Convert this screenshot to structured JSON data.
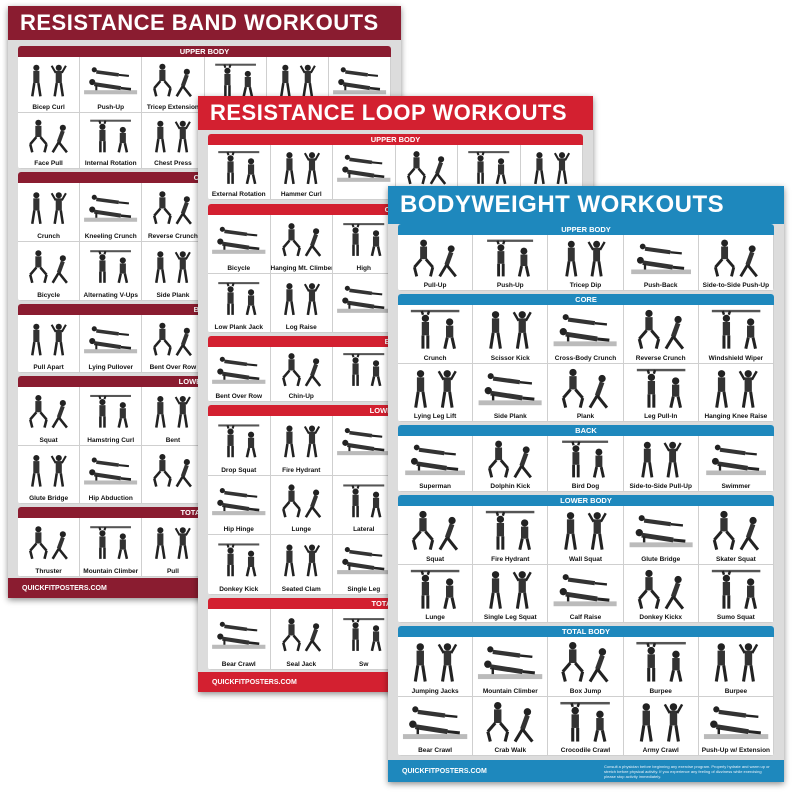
{
  "posters": [
    {
      "id": "band",
      "title": "RESISTANCE BAND WORKOUTS",
      "footer": "QUICKFITPOSTERS.COM",
      "colors": {
        "title": "#8a1c30",
        "section": "#8a1c30",
        "footer": "#8a1c30"
      },
      "sections": [
        {
          "header": "UPPER BODY",
          "rows": [
            [
              "Bicep Curl",
              "Push-Up",
              "Tricep Extension",
              "",
              "",
              ""
            ],
            [
              "Face Pull",
              "Internal Rotation",
              "Chest Press",
              "",
              "",
              ""
            ]
          ]
        },
        {
          "header": "CORE",
          "rows": [
            [
              "Crunch",
              "Kneeling Crunch",
              "Reverse Crunch",
              "",
              "",
              ""
            ],
            [
              "Bicycle",
              "Alternating V-Ups",
              "Side Plank",
              "",
              "",
              ""
            ]
          ]
        },
        {
          "header": "BACK",
          "rows": [
            [
              "Pull Apart",
              "Lying Pullover",
              "Bent Over Row",
              "",
              "",
              ""
            ]
          ]
        },
        {
          "header": "LOWER BODY",
          "rows": [
            [
              "Squat",
              "Hamstring Curl",
              "Bent",
              "",
              "",
              ""
            ],
            [
              "Glute Bridge",
              "Hip Abduction",
              "",
              "",
              "",
              ""
            ]
          ]
        },
        {
          "header": "TOTAL BODY",
          "rows": [
            [
              "Thruster",
              "Mountain Climber",
              "Pull",
              "",
              "",
              ""
            ]
          ]
        }
      ]
    },
    {
      "id": "loop",
      "title": "RESISTANCE LOOP WORKOUTS",
      "footer": "QUICKFITPOSTERS.COM",
      "colors": {
        "title": "#d32030",
        "section": "#d32030",
        "footer": "#d32030"
      },
      "sections": [
        {
          "header": "UPPER BODY",
          "rows": [
            [
              "External Rotation",
              "Hammer Curl",
              "",
              "",
              "",
              ""
            ]
          ]
        },
        {
          "header": "CORE",
          "rows": [
            [
              "Bicycle",
              "Hanging Mt. Climber",
              "High",
              "",
              "",
              ""
            ],
            [
              "Low Plank Jack",
              "Log Raise",
              "",
              "",
              "",
              ""
            ]
          ]
        },
        {
          "header": "BACK",
          "rows": [
            [
              "Bent Over Row",
              "Chin-Up",
              "",
              "",
              "",
              ""
            ]
          ]
        },
        {
          "header": "LOWER BODY",
          "rows": [
            [
              "Drop Squat",
              "Fire Hydrant",
              "",
              "",
              "",
              ""
            ],
            [
              "Hip Hinge",
              "Lunge",
              "Lateral",
              "",
              "",
              ""
            ],
            [
              "Donkey Kick",
              "Seated Clam",
              "Single Leg",
              "",
              "",
              ""
            ]
          ]
        },
        {
          "header": "TOTAL BODY",
          "rows": [
            [
              "Bear Crawl",
              "Seal Jack",
              "Sw",
              "",
              "",
              ""
            ]
          ]
        }
      ]
    },
    {
      "id": "bodyweight",
      "title": "BODYWEIGHT WORKOUTS",
      "footer": "QUICKFITPOSTERS.COM",
      "note": "Consult a physician before beginning any exercise program. Properly hydrate and warm up or stretch before physical activity. If you experience any feeling of dizziness while exercising please stop activity immediately.",
      "colors": {
        "title": "#1e88bd",
        "section": "#1e88bd",
        "footer": "#1e88bd"
      },
      "sections": [
        {
          "header": "UPPER BODY",
          "rows": [
            [
              "Pull-Up",
              "Push-Up",
              "Tricep Dip",
              "Push-Back",
              "Side-to-Side Push-Up"
            ]
          ]
        },
        {
          "header": "CORE",
          "rows": [
            [
              "Crunch",
              "Scissor Kick",
              "Cross-Body Crunch",
              "Reverse Crunch",
              "Windshield Wiper"
            ],
            [
              "Lying Leg Lift",
              "Side Plank",
              "Plank",
              "Leg Pull-In",
              "Hanging Knee Raise"
            ]
          ]
        },
        {
          "header": "BACK",
          "rows": [
            [
              "Superman",
              "Dolphin Kick",
              "Bird Dog",
              "Side-to-Side Pull-Up",
              "Swimmer"
            ]
          ]
        },
        {
          "header": "LOWER BODY",
          "rows": [
            [
              "Squat",
              "Fire Hydrant",
              "Wall Squat",
              "Glute Bridge",
              "Skater Squat"
            ],
            [
              "Lunge",
              "Single Leg Squat",
              "Calf Raise",
              "Donkey Kickx",
              "Sumo Squat"
            ]
          ]
        },
        {
          "header": "TOTAL BODY",
          "rows": [
            [
              "Jumping Jacks",
              "Mountain Climber",
              "Box Jump",
              "Burpee",
              "Burpee"
            ],
            [
              "Bear Crawl",
              "Crab Walk",
              "Crocodile Crawl",
              "Army Crawl",
              "Push-Up w/ Extension"
            ]
          ]
        }
      ]
    }
  ]
}
